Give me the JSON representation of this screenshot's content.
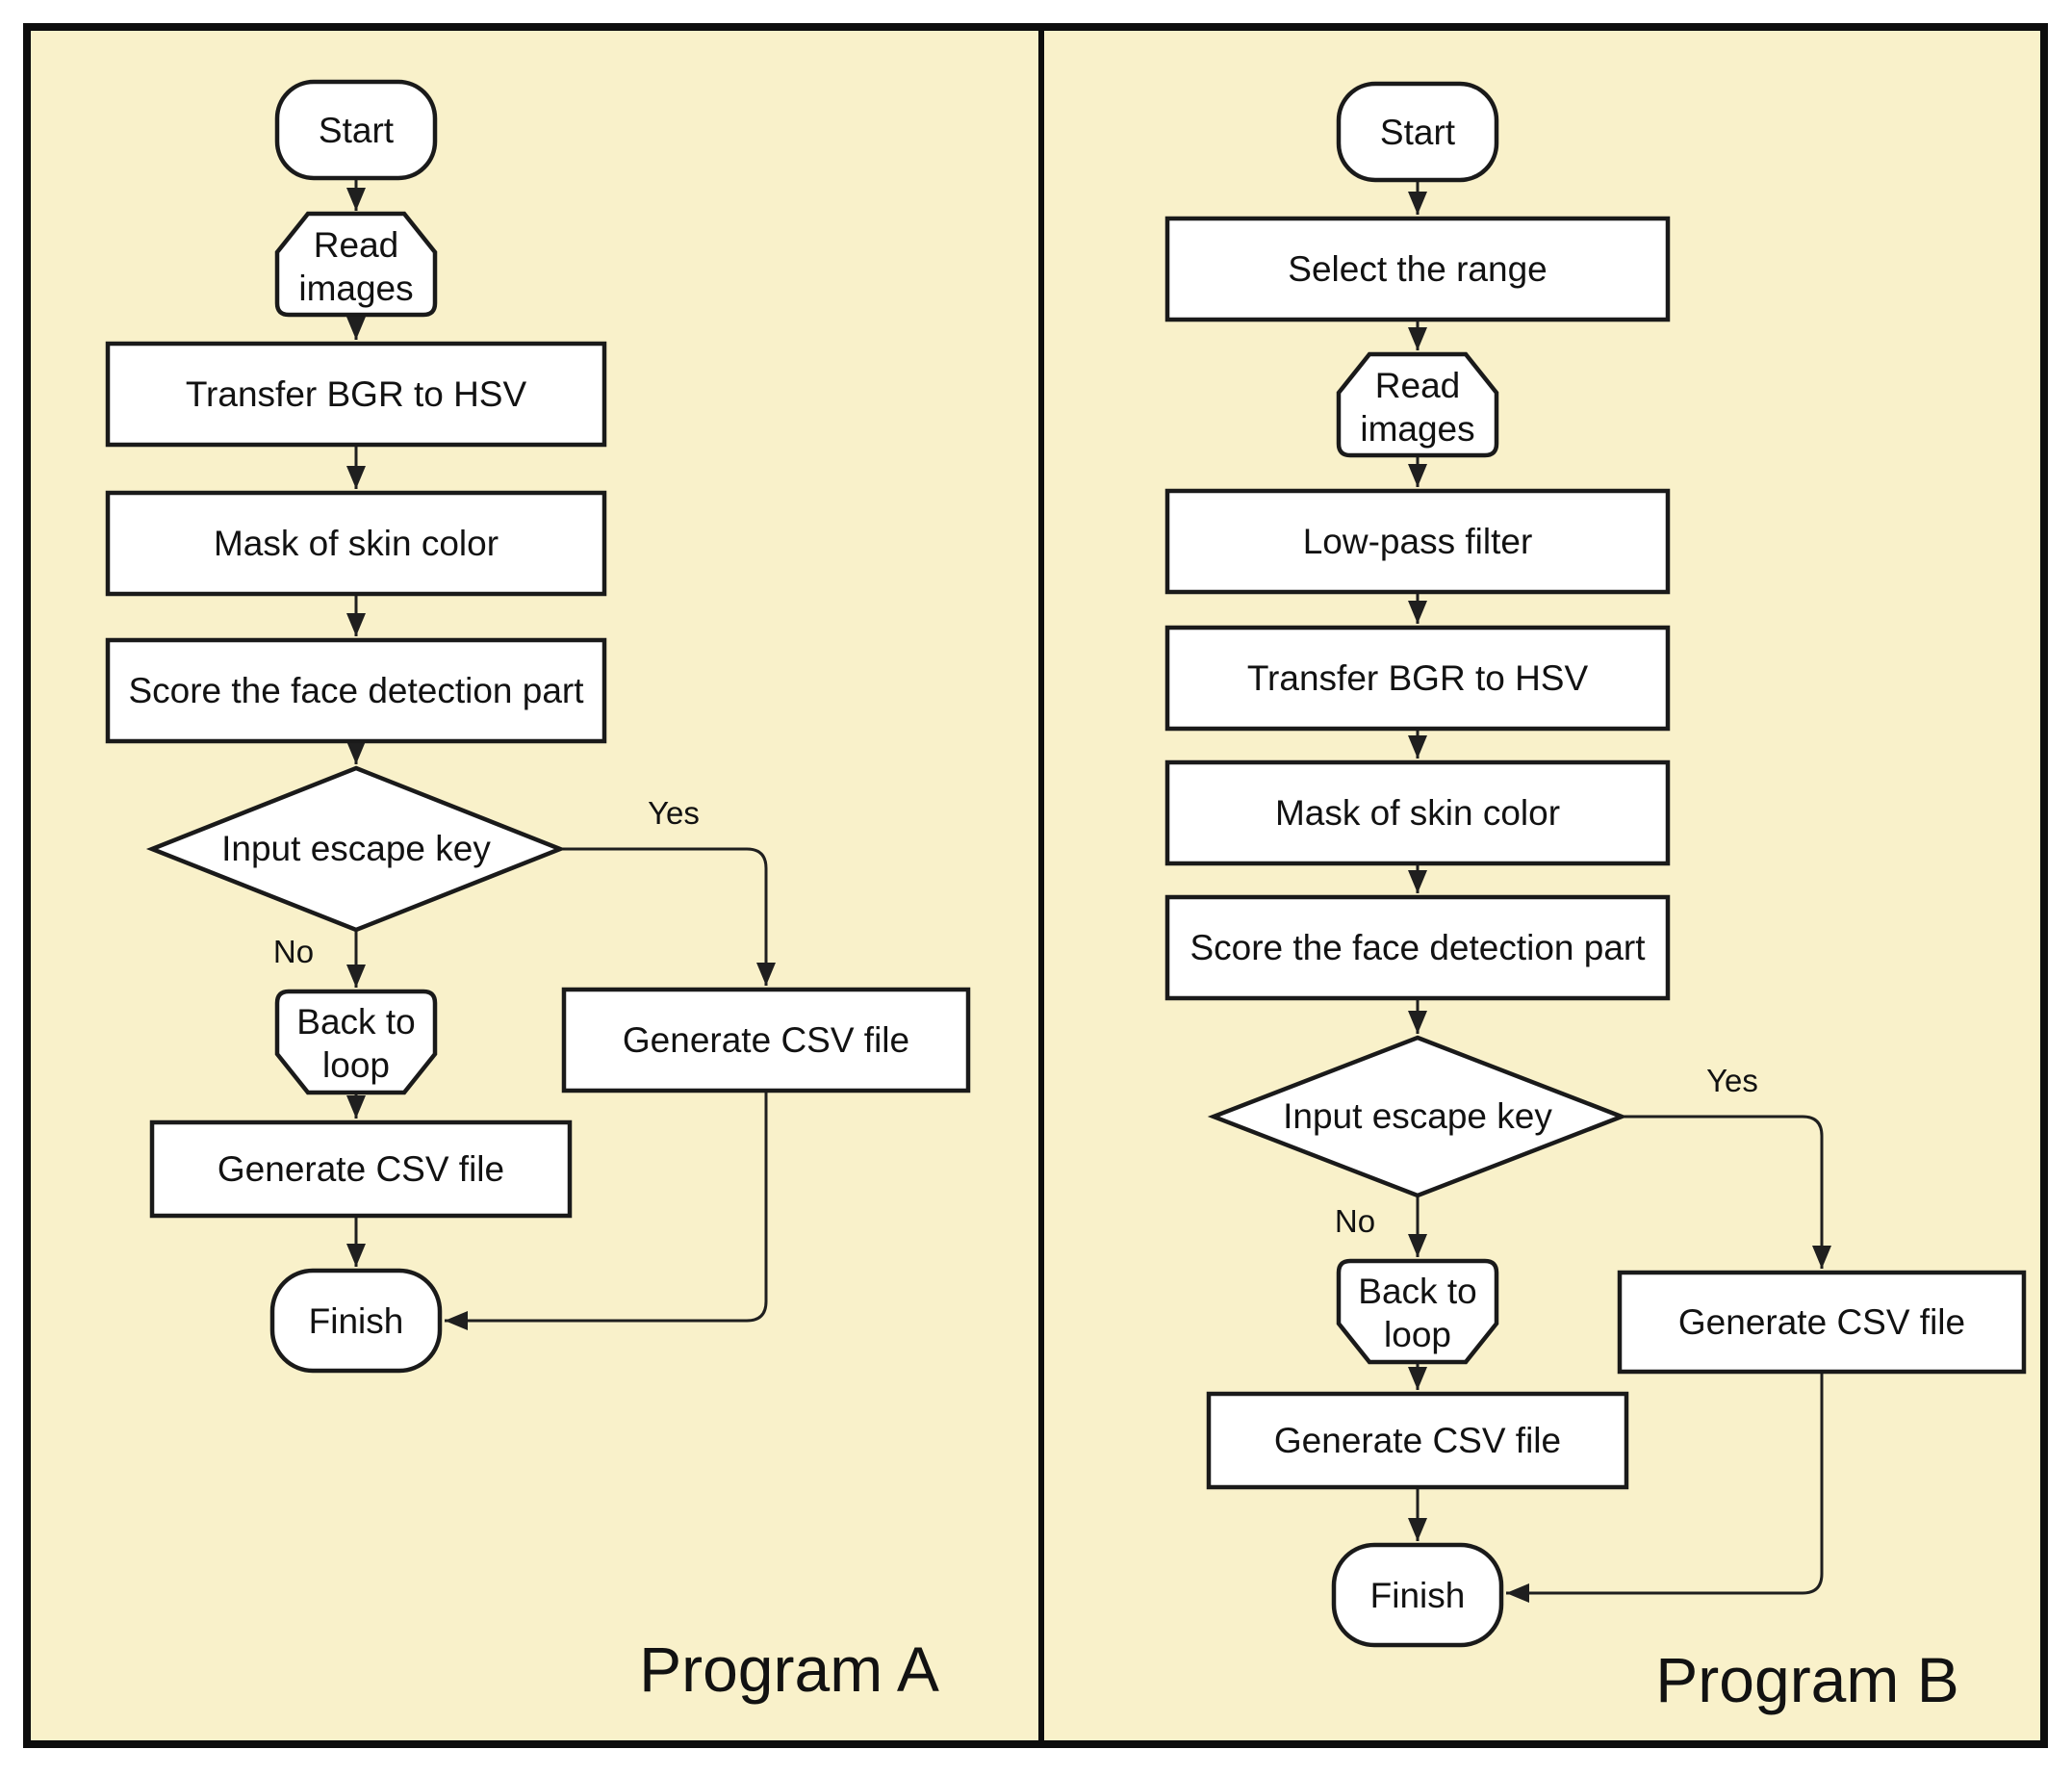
{
  "figure": {
    "panel_a_title": "Program A",
    "panel_b_title": "Program B"
  },
  "colors": {
    "canvas_background": "#f9f1ca",
    "highlight_fill": "#d9d2e9",
    "node_fill": "#ffffff",
    "line": "#1a1a1a"
  },
  "program_a": {
    "start": "Start",
    "read_images_line1": "Read",
    "read_images_line2": "images",
    "transfer_bgr": "Transfer BGR to HSV",
    "mask_skin": "Mask of skin color",
    "score_face": "Score the face detection part",
    "decision": "Input escape key",
    "yes_label": "Yes",
    "no_label": "No",
    "back_to_loop_line1": "Back to",
    "back_to_loop_line2": "loop",
    "generate_csv_no": "Generate CSV file",
    "generate_csv_yes": "Generate CSV file",
    "finish": "Finish"
  },
  "program_b": {
    "start": "Start",
    "select_range": "Select the range",
    "read_images_line1": "Read",
    "read_images_line2": "images",
    "low_pass": "Low-pass filter",
    "transfer_bgr": "Transfer BGR to HSV",
    "mask_skin": "Mask of skin color",
    "score_face": "Score the face detection part",
    "decision": "Input escape key",
    "yes_label": "Yes",
    "no_label": "No",
    "back_to_loop_line1": "Back to",
    "back_to_loop_line2": "loop",
    "generate_csv_no": "Generate CSV file",
    "generate_csv_yes": "Generate CSV file",
    "finish": "Finish"
  }
}
